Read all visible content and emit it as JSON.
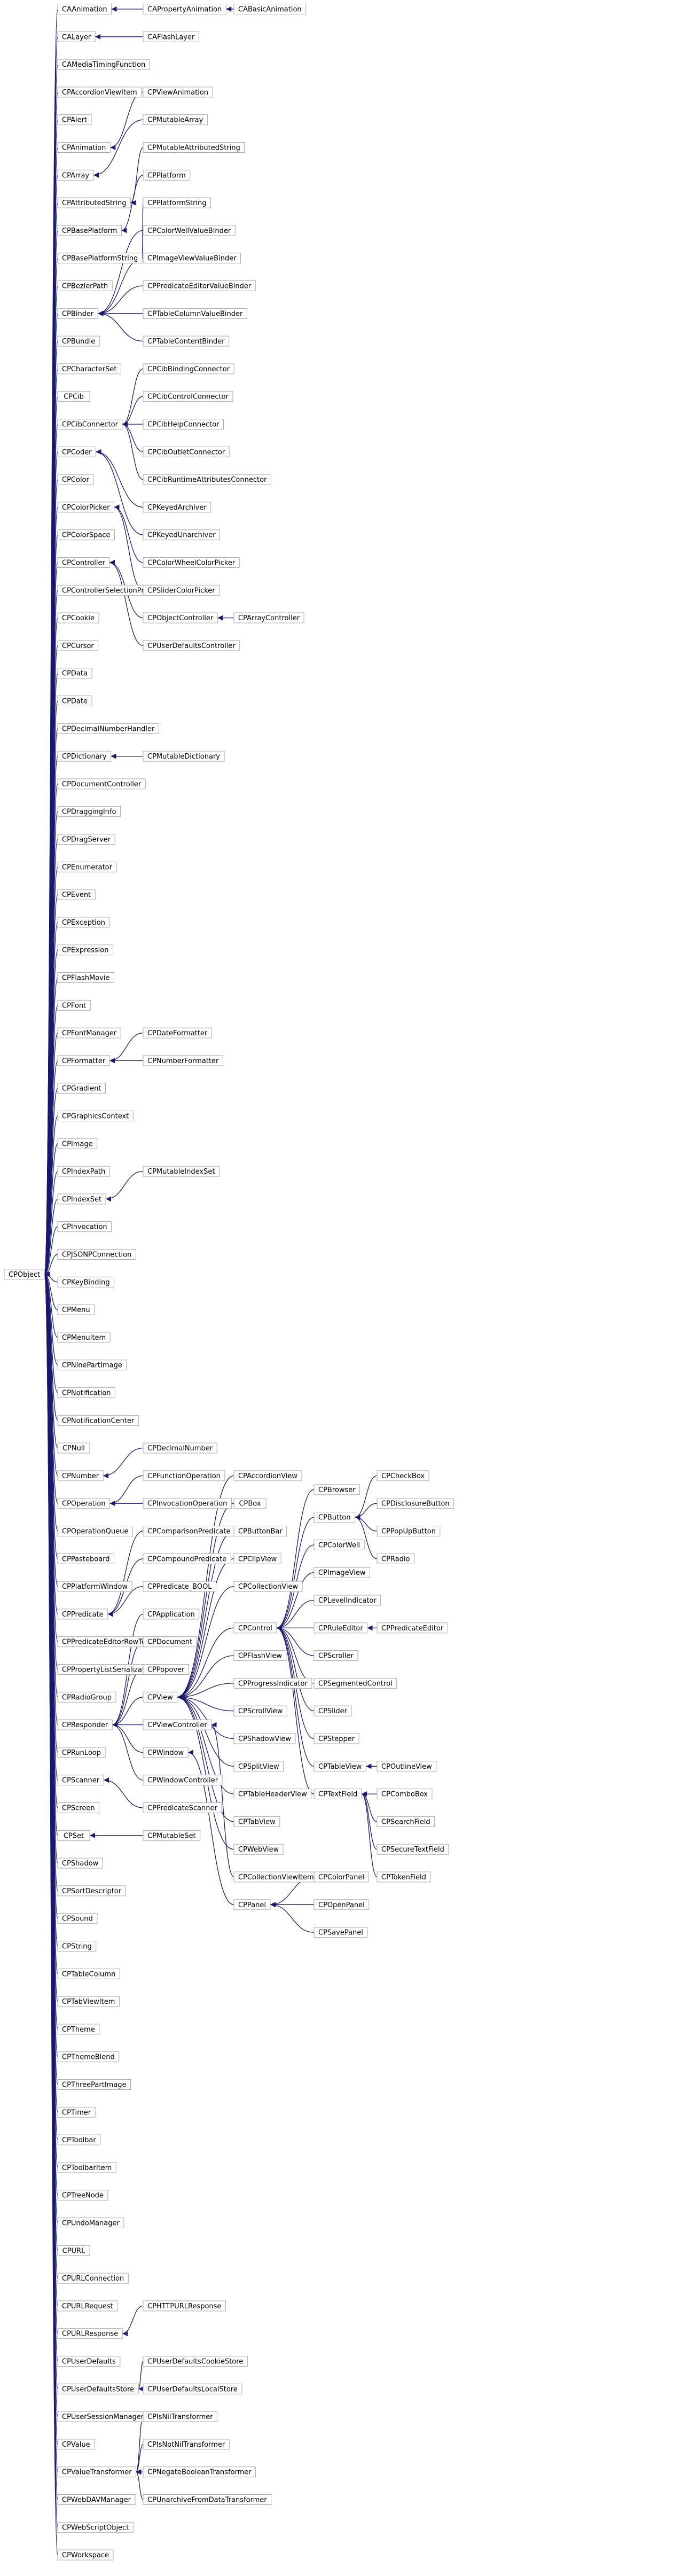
{
  "diagram": {
    "title": "",
    "colors": {
      "edge": "#191970",
      "node_border": "#aaaaaa",
      "background": "#ffffff"
    },
    "nodes": [
      "CPObject",
      "CAAnimation",
      "CALayer",
      "CAMediaTimingFunction",
      "CPAccordionViewItem",
      "CPAlert",
      "CPAnimation",
      "CPArray",
      "CPAttributedString",
      "CPBasePlatform",
      "CPBasePlatformString",
      "CPBezierPath",
      "CPBinder",
      "CPBundle",
      "CPCharacterSet",
      "CPCib",
      "CPCibConnector",
      "CPCoder",
      "CPColor",
      "CPColorPicker",
      "CPColorSpace",
      "CPController",
      "CPControllerSelectionProxy",
      "CPCookie",
      "CPCursor",
      "CPData",
      "CPDate",
      "CPDecimalNumberHandler",
      "CPDictionary",
      "CPDocumentController",
      "CPDraggingInfo",
      "CPDragServer",
      "CPEnumerator",
      "CPEvent",
      "CPException",
      "CPExpression",
      "CPFlashMovie",
      "CPFont",
      "CPFontManager",
      "CPFormatter",
      "CPGradient",
      "CPGraphicsContext",
      "CPImage",
      "CPIndexPath",
      "CPIndexSet",
      "CPInvocation",
      "CPJSONPConnection",
      "CPKeyBinding",
      "CPMenu",
      "CPMenuItem",
      "CPNinePartImage",
      "CPNotification",
      "CPNotificationCenter",
      "CPNull",
      "CPNumber",
      "CPOperation",
      "CPOperationQueue",
      "CPPasteboard",
      "CPPlatformWindow",
      "CPPredicate",
      "CPPredicateEditorRowTemplate",
      "CPPropertyListSerialization",
      "CPRadioGroup",
      "CPResponder",
      "CPRunLoop",
      "CPScanner",
      "CPScreen",
      "CPSet",
      "CPShadow",
      "CPSortDescriptor",
      "CPSound",
      "CPString",
      "CPTableColumn",
      "CPTabViewItem",
      "CPTheme",
      "CPThemeBlend",
      "CPThreePartImage",
      "CPTimer",
      "CPToolbar",
      "CPToolbarItem",
      "CPTreeNode",
      "CPUndoManager",
      "CPURL",
      "CPURLConnection",
      "CPURLRequest",
      "CPURLResponse",
      "CPUserDefaults",
      "CPUserDefaultsStore",
      "CPUserSessionManager",
      "CPValue",
      "CPValueTransformer",
      "CPWebDAVManager",
      "CPWebScriptObject",
      "CPWorkspace",
      "CAPropertyAnimation",
      "CABasicAnimation",
      "CAFlashLayer",
      "CPViewAnimation",
      "CPMutableArray",
      "CPMutableAttributedString",
      "CPPlatform",
      "CPPlatformString",
      "CPColorWellValueBinder",
      "CPImageViewValueBinder",
      "CPPredicateEditorValueBinder",
      "CPTableColumnValueBinder",
      "CPTableContentBinder",
      "CPCibBindingConnector",
      "CPCibControlConnector",
      "CPCibHelpConnector",
      "CPCibOutletConnector",
      "CPCibRuntimeAttributesConnector",
      "CPKeyedArchiver",
      "CPKeyedUnarchiver",
      "CPColorWheelColorPicker",
      "CPSliderColorPicker",
      "CPObjectController",
      "CPArrayController",
      "CPUserDefaultsController",
      "CPMutableDictionary",
      "CPDateFormatter",
      "CPNumberFormatter",
      "CPMutableIndexSet",
      "CPDecimalNumber",
      "CPFunctionOperation",
      "CPInvocationOperation",
      "CPComparisonPredicate",
      "CPCompoundPredicate",
      "CPPredicate_BOOL",
      "CPApplication",
      "CPDocument",
      "CPPopover",
      "CPView",
      "CPViewController",
      "CPWindow",
      "CPWindowController",
      "CPPredicateScanner",
      "CPMutableSet",
      "CPHTTPURLResponse",
      "CPUserDefaultsCookieStore",
      "CPUserDefaultsLocalStore",
      "CPIsNilTransformer",
      "CPIsNotNilTransformer",
      "CPNegateBooleanTransformer",
      "CPUnarchiveFromDataTransformer",
      "CPAccordionView",
      "CPBox",
      "CPButtonBar",
      "CPClipView",
      "CPCollectionView",
      "CPControl",
      "CPFlashView",
      "CPProgressIndicator",
      "CPScrollView",
      "CPShadowView",
      "CPSplitView",
      "CPTableHeaderView",
      "CPTabView",
      "CPWebView",
      "CPCollectionViewItem",
      "CPPanel",
      "CPBrowser",
      "CPButton",
      "CPColorWell",
      "CPImageView",
      "CPLevelIndicator",
      "CPRuleEditor",
      "CPScroller",
      "CPSegmentedControl",
      "CPSlider",
      "CPStepper",
      "CPTableView",
      "CPTextField",
      "CPCheckBox",
      "CPDisclosureButton",
      "CPPopUpButton",
      "CPRadio",
      "CPPredicateEditor",
      "CPOutlineView",
      "CPComboBox",
      "CPSearchField",
      "CPSecureTextField",
      "CPTokenField",
      "CPColorPanel",
      "CPOpenPanel",
      "CPSavePanel"
    ],
    "edges": [
      [
        "CAAnimation",
        "CPObject"
      ],
      [
        "CALayer",
        "CPObject"
      ],
      [
        "CAMediaTimingFunction",
        "CPObject"
      ],
      [
        "CPAccordionViewItem",
        "CPObject"
      ],
      [
        "CPAlert",
        "CPObject"
      ],
      [
        "CPAnimation",
        "CPObject"
      ],
      [
        "CPArray",
        "CPObject"
      ],
      [
        "CPAttributedString",
        "CPObject"
      ],
      [
        "CPBasePlatform",
        "CPObject"
      ],
      [
        "CPBasePlatformString",
        "CPObject"
      ],
      [
        "CPBezierPath",
        "CPObject"
      ],
      [
        "CPBinder",
        "CPObject"
      ],
      [
        "CPBundle",
        "CPObject"
      ],
      [
        "CPCharacterSet",
        "CPObject"
      ],
      [
        "CPCib",
        "CPObject"
      ],
      [
        "CPCibConnector",
        "CPObject"
      ],
      [
        "CPCoder",
        "CPObject"
      ],
      [
        "CPColor",
        "CPObject"
      ],
      [
        "CPColorPicker",
        "CPObject"
      ],
      [
        "CPColorSpace",
        "CPObject"
      ],
      [
        "CPController",
        "CPObject"
      ],
      [
        "CPControllerSelectionProxy",
        "CPObject"
      ],
      [
        "CPCookie",
        "CPObject"
      ],
      [
        "CPCursor",
        "CPObject"
      ],
      [
        "CPData",
        "CPObject"
      ],
      [
        "CPDate",
        "CPObject"
      ],
      [
        "CPDecimalNumberHandler",
        "CPObject"
      ],
      [
        "CPDictionary",
        "CPObject"
      ],
      [
        "CPDocumentController",
        "CPObject"
      ],
      [
        "CPDraggingInfo",
        "CPObject"
      ],
      [
        "CPDragServer",
        "CPObject"
      ],
      [
        "CPEnumerator",
        "CPObject"
      ],
      [
        "CPEvent",
        "CPObject"
      ],
      [
        "CPException",
        "CPObject"
      ],
      [
        "CPExpression",
        "CPObject"
      ],
      [
        "CPFlashMovie",
        "CPObject"
      ],
      [
        "CPFont",
        "CPObject"
      ],
      [
        "CPFontManager",
        "CPObject"
      ],
      [
        "CPFormatter",
        "CPObject"
      ],
      [
        "CPGradient",
        "CPObject"
      ],
      [
        "CPGraphicsContext",
        "CPObject"
      ],
      [
        "CPImage",
        "CPObject"
      ],
      [
        "CPIndexPath",
        "CPObject"
      ],
      [
        "CPIndexSet",
        "CPObject"
      ],
      [
        "CPInvocation",
        "CPObject"
      ],
      [
        "CPJSONPConnection",
        "CPObject"
      ],
      [
        "CPKeyBinding",
        "CPObject"
      ],
      [
        "CPMenu",
        "CPObject"
      ],
      [
        "CPMenuItem",
        "CPObject"
      ],
      [
        "CPNinePartImage",
        "CPObject"
      ],
      [
        "CPNotification",
        "CPObject"
      ],
      [
        "CPNotificationCenter",
        "CPObject"
      ],
      [
        "CPNull",
        "CPObject"
      ],
      [
        "CPNumber",
        "CPObject"
      ],
      [
        "CPOperation",
        "CPObject"
      ],
      [
        "CPOperationQueue",
        "CPObject"
      ],
      [
        "CPPasteboard",
        "CPObject"
      ],
      [
        "CPPlatformWindow",
        "CPObject"
      ],
      [
        "CPPredicate",
        "CPObject"
      ],
      [
        "CPPredicateEditorRowTemplate",
        "CPObject"
      ],
      [
        "CPPropertyListSerialization",
        "CPObject"
      ],
      [
        "CPRadioGroup",
        "CPObject"
      ],
      [
        "CPResponder",
        "CPObject"
      ],
      [
        "CPRunLoop",
        "CPObject"
      ],
      [
        "CPScanner",
        "CPObject"
      ],
      [
        "CPScreen",
        "CPObject"
      ],
      [
        "CPSet",
        "CPObject"
      ],
      [
        "CPShadow",
        "CPObject"
      ],
      [
        "CPSortDescriptor",
        "CPObject"
      ],
      [
        "CPSound",
        "CPObject"
      ],
      [
        "CPString",
        "CPObject"
      ],
      [
        "CPTableColumn",
        "CPObject"
      ],
      [
        "CPTabViewItem",
        "CPObject"
      ],
      [
        "CPTheme",
        "CPObject"
      ],
      [
        "CPThemeBlend",
        "CPObject"
      ],
      [
        "CPThreePartImage",
        "CPObject"
      ],
      [
        "CPTimer",
        "CPObject"
      ],
      [
        "CPToolbar",
        "CPObject"
      ],
      [
        "CPToolbarItem",
        "CPObject"
      ],
      [
        "CPTreeNode",
        "CPObject"
      ],
      [
        "CPUndoManager",
        "CPObject"
      ],
      [
        "CPURL",
        "CPObject"
      ],
      [
        "CPURLConnection",
        "CPObject"
      ],
      [
        "CPURLRequest",
        "CPObject"
      ],
      [
        "CPURLResponse",
        "CPObject"
      ],
      [
        "CPUserDefaults",
        "CPObject"
      ],
      [
        "CPUserDefaultsStore",
        "CPObject"
      ],
      [
        "CPUserSessionManager",
        "CPObject"
      ],
      [
        "CPValue",
        "CPObject"
      ],
      [
        "CPValueTransformer",
        "CPObject"
      ],
      [
        "CPWebDAVManager",
        "CPObject"
      ],
      [
        "CPWebScriptObject",
        "CPObject"
      ],
      [
        "CPWorkspace",
        "CPObject"
      ],
      [
        "CAPropertyAnimation",
        "CAAnimation"
      ],
      [
        "CABasicAnimation",
        "CAPropertyAnimation"
      ],
      [
        "CAFlashLayer",
        "CALayer"
      ],
      [
        "CPViewAnimation",
        "CPAnimation"
      ],
      [
        "CPMutableArray",
        "CPArray"
      ],
      [
        "CPMutableAttributedString",
        "CPAttributedString"
      ],
      [
        "CPPlatform",
        "CPBasePlatform"
      ],
      [
        "CPPlatformString",
        "CPBasePlatformString"
      ],
      [
        "CPColorWellValueBinder",
        "CPBinder"
      ],
      [
        "CPImageViewValueBinder",
        "CPBinder"
      ],
      [
        "CPPredicateEditorValueBinder",
        "CPBinder"
      ],
      [
        "CPTableColumnValueBinder",
        "CPBinder"
      ],
      [
        "CPTableContentBinder",
        "CPBinder"
      ],
      [
        "CPCibBindingConnector",
        "CPCibConnector"
      ],
      [
        "CPCibControlConnector",
        "CPCibConnector"
      ],
      [
        "CPCibHelpConnector",
        "CPCibConnector"
      ],
      [
        "CPCibOutletConnector",
        "CPCibConnector"
      ],
      [
        "CPCibRuntimeAttributesConnector",
        "CPCibConnector"
      ],
      [
        "CPKeyedArchiver",
        "CPCoder"
      ],
      [
        "CPKeyedUnarchiver",
        "CPCoder"
      ],
      [
        "CPColorWheelColorPicker",
        "CPColorPicker"
      ],
      [
        "CPSliderColorPicker",
        "CPColorPicker"
      ],
      [
        "CPObjectController",
        "CPController"
      ],
      [
        "CPUserDefaultsController",
        "CPController"
      ],
      [
        "CPArrayController",
        "CPObjectController"
      ],
      [
        "CPMutableDictionary",
        "CPDictionary"
      ],
      [
        "CPDateFormatter",
        "CPFormatter"
      ],
      [
        "CPNumberFormatter",
        "CPFormatter"
      ],
      [
        "CPMutableIndexSet",
        "CPIndexSet"
      ],
      [
        "CPDecimalNumber",
        "CPNumber"
      ],
      [
        "CPFunctionOperation",
        "CPOperation"
      ],
      [
        "CPInvocationOperation",
        "CPOperation"
      ],
      [
        "CPComparisonPredicate",
        "CPPredicate"
      ],
      [
        "CPCompoundPredicate",
        "CPPredicate"
      ],
      [
        "CPPredicate_BOOL",
        "CPPredicate"
      ],
      [
        "CPApplication",
        "CPResponder"
      ],
      [
        "CPDocument",
        "CPResponder"
      ],
      [
        "CPPopover",
        "CPResponder"
      ],
      [
        "CPView",
        "CPResponder"
      ],
      [
        "CPViewController",
        "CPResponder"
      ],
      [
        "CPWindow",
        "CPResponder"
      ],
      [
        "CPWindowController",
        "CPResponder"
      ],
      [
        "CPPredicateScanner",
        "CPScanner"
      ],
      [
        "CPMutableSet",
        "CPSet"
      ],
      [
        "CPHTTPURLResponse",
        "CPURLResponse"
      ],
      [
        "CPUserDefaultsCookieStore",
        "CPUserDefaultsStore"
      ],
      [
        "CPUserDefaultsLocalStore",
        "CPUserDefaultsStore"
      ],
      [
        "CPIsNilTransformer",
        "CPValueTransformer"
      ],
      [
        "CPIsNotNilTransformer",
        "CPValueTransformer"
      ],
      [
        "CPNegateBooleanTransformer",
        "CPValueTransformer"
      ],
      [
        "CPUnarchiveFromDataTransformer",
        "CPValueTransformer"
      ],
      [
        "CPAccordionView",
        "CPView"
      ],
      [
        "CPBox",
        "CPView"
      ],
      [
        "CPButtonBar",
        "CPView"
      ],
      [
        "CPClipView",
        "CPView"
      ],
      [
        "CPCollectionView",
        "CPView"
      ],
      [
        "CPControl",
        "CPView"
      ],
      [
        "CPFlashView",
        "CPView"
      ],
      [
        "CPProgressIndicator",
        "CPView"
      ],
      [
        "CPScrollView",
        "CPView"
      ],
      [
        "CPShadowView",
        "CPView"
      ],
      [
        "CPSplitView",
        "CPView"
      ],
      [
        "CPTableHeaderView",
        "CPView"
      ],
      [
        "CPTabView",
        "CPView"
      ],
      [
        "CPWebView",
        "CPView"
      ],
      [
        "CPCollectionViewItem",
        "CPViewController"
      ],
      [
        "CPPanel",
        "CPWindow"
      ],
      [
        "CPBrowser",
        "CPControl"
      ],
      [
        "CPButton",
        "CPControl"
      ],
      [
        "CPColorWell",
        "CPControl"
      ],
      [
        "CPImageView",
        "CPControl"
      ],
      [
        "CPLevelIndicator",
        "CPControl"
      ],
      [
        "CPRuleEditor",
        "CPControl"
      ],
      [
        "CPScroller",
        "CPControl"
      ],
      [
        "CPSegmentedControl",
        "CPControl"
      ],
      [
        "CPSlider",
        "CPControl"
      ],
      [
        "CPStepper",
        "CPControl"
      ],
      [
        "CPTableView",
        "CPControl"
      ],
      [
        "CPTextField",
        "CPControl"
      ],
      [
        "CPCheckBox",
        "CPButton"
      ],
      [
        "CPDisclosureButton",
        "CPButton"
      ],
      [
        "CPPopUpButton",
        "CPButton"
      ],
      [
        "CPRadio",
        "CPButton"
      ],
      [
        "CPPredicateEditor",
        "CPRuleEditor"
      ],
      [
        "CPOutlineView",
        "CPTableView"
      ],
      [
        "CPComboBox",
        "CPTextField"
      ],
      [
        "CPSearchField",
        "CPTextField"
      ],
      [
        "CPSecureTextField",
        "CPTextField"
      ],
      [
        "CPTokenField",
        "CPTextField"
      ],
      [
        "CPColorPanel",
        "CPPanel"
      ],
      [
        "CPOpenPanel",
        "CPPanel"
      ],
      [
        "CPSavePanel",
        "CPPanel"
      ]
    ]
  }
}
